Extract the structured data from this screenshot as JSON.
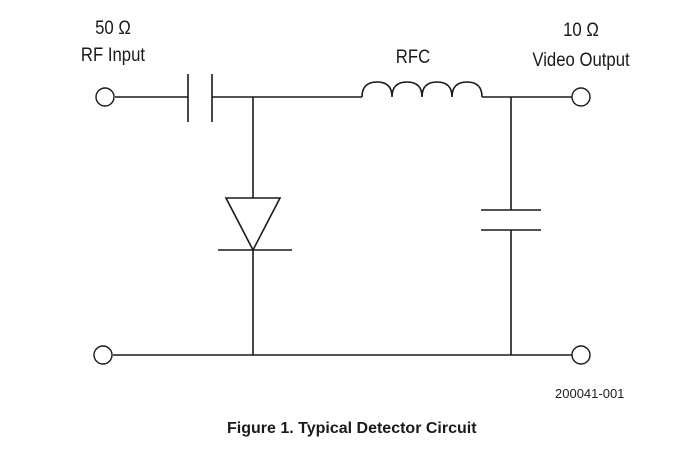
{
  "labels": {
    "rf_input_impedance": "50 Ω",
    "rf_input": "RF Input",
    "rfc": "RFC",
    "video_output_impedance": "10 Ω",
    "video_output": "Video Output"
  },
  "drawing_number": "200041-001",
  "caption": "Figure 1. Typical Detector Circuit"
}
